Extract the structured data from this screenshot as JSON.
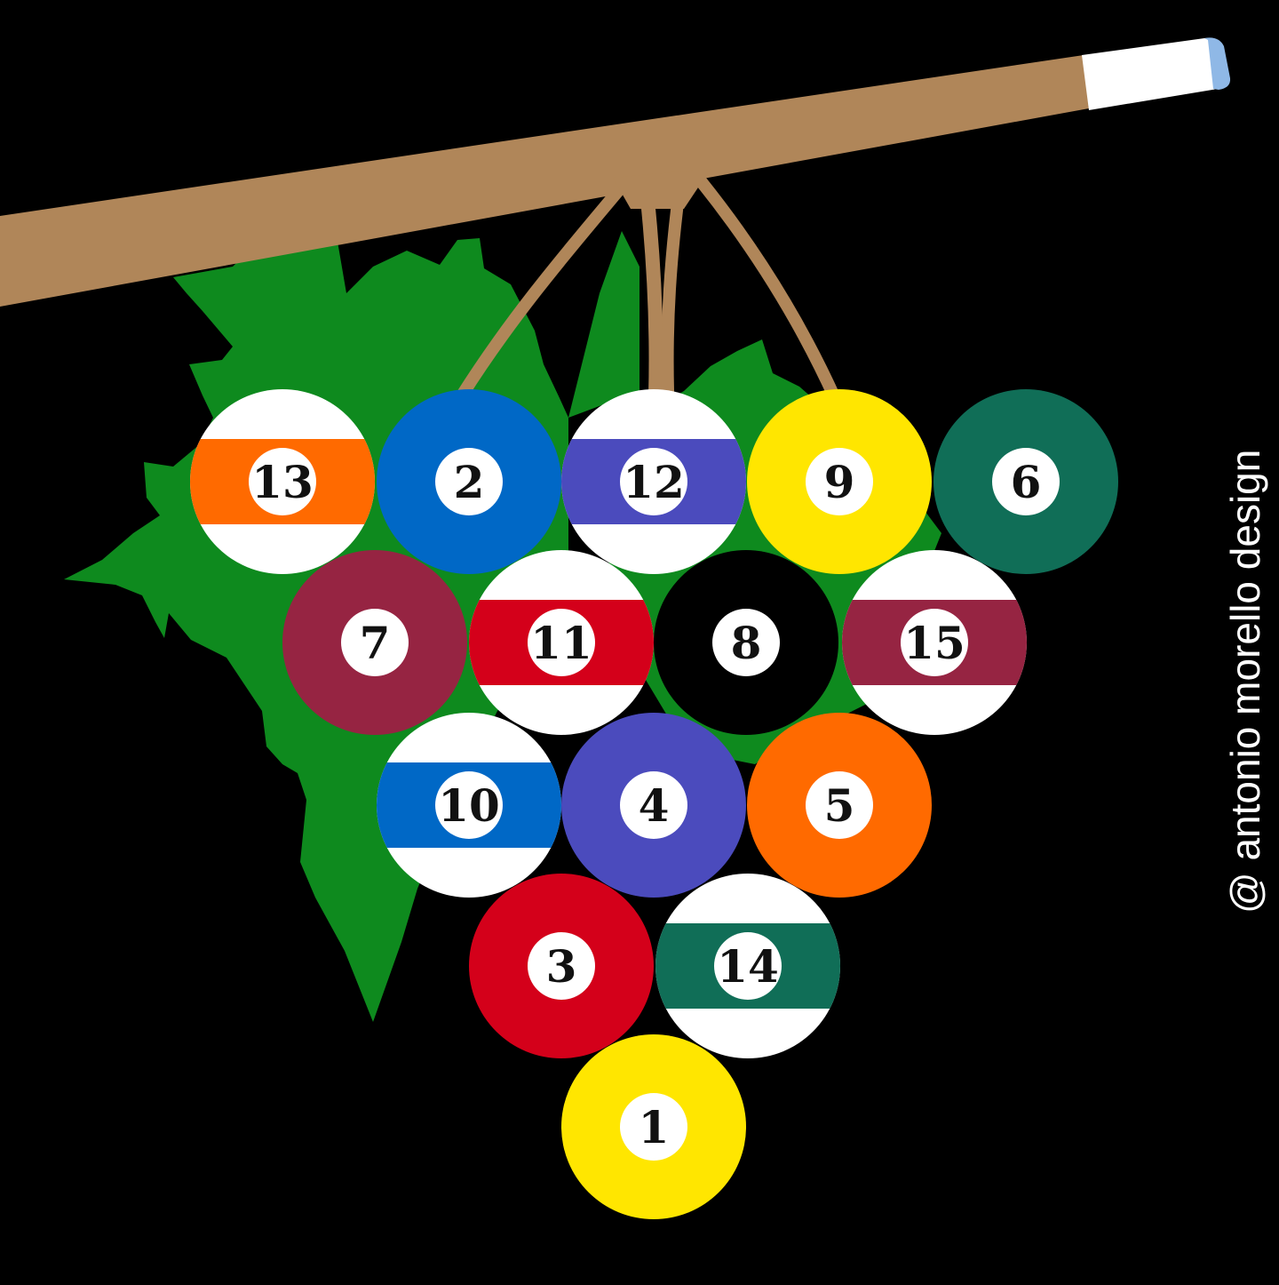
{
  "credit": "@ antonio morello design",
  "colors": {
    "background": "#000000",
    "leaf": "#0e8a1e",
    "cue_wood": "#b08659",
    "cue_ferrule": "#ffffff",
    "cue_tip": "#8fb8e6",
    "number_disc": "#ffffff",
    "stripe_base": "#ffffff"
  },
  "balls": [
    {
      "number": "13",
      "type": "stripe",
      "color": "#ff6a00"
    },
    {
      "number": "2",
      "type": "solid",
      "color": "#0068c6"
    },
    {
      "number": "12",
      "type": "stripe",
      "color": "#4b4bbd"
    },
    {
      "number": "9",
      "type": "stripe-yellow",
      "color": "#ffe600"
    },
    {
      "number": "6",
      "type": "solid",
      "color": "#106e57"
    },
    {
      "number": "7",
      "type": "solid",
      "color": "#962442"
    },
    {
      "number": "11",
      "type": "stripe",
      "color": "#d4001a"
    },
    {
      "number": "8",
      "type": "solid",
      "color": "#000000"
    },
    {
      "number": "15",
      "type": "stripe",
      "color": "#962442"
    },
    {
      "number": "10",
      "type": "stripe",
      "color": "#0068c6"
    },
    {
      "number": "4",
      "type": "solid",
      "color": "#4b4bbd"
    },
    {
      "number": "5",
      "type": "solid",
      "color": "#ff6a00"
    },
    {
      "number": "3",
      "type": "solid",
      "color": "#d4001a"
    },
    {
      "number": "14",
      "type": "stripe",
      "color": "#106e57"
    },
    {
      "number": "1",
      "type": "solid",
      "color": "#ffe600"
    }
  ]
}
